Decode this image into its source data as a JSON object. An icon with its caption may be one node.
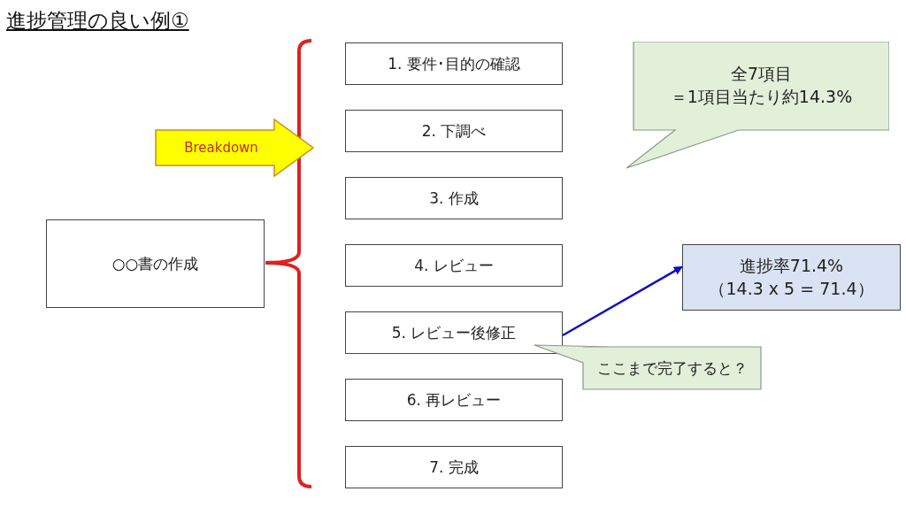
{
  "diagram": {
    "title": "進捗管理の良い例①",
    "nodes": [
      {
        "text": [
          "○○書の作成"
        ]
      },
      {
        "text": [
          "1. 要件･目的の確認"
        ]
      },
      {
        "text": [
          "2. 下調べ"
        ]
      },
      {
        "text": [
          "3. 作成"
        ]
      },
      {
        "text": [
          "4. レビュー"
        ]
      },
      {
        "text": [
          "5. レビュー後修正"
        ]
      },
      {
        "text": [
          "6. 再レビュー"
        ]
      },
      {
        "text": [
          "7. 完成"
        ]
      },
      {
        "text": [
          "全7項目",
          "＝1項目当たり約14.3%"
        ]
      },
      {
        "text": [
          "進捗率71.4%",
          "（14.3 x 5 = 71.4）"
        ]
      },
      {
        "text": [
          "ここまで完了すると？"
        ]
      },
      {
        "text": [
          "Breakdown"
        ]
      }
    ],
    "edges": [
      {
        "from": 5,
        "to": 9,
        "arrow": "to",
        "color": "#1010c0"
      }
    ]
  }
}
